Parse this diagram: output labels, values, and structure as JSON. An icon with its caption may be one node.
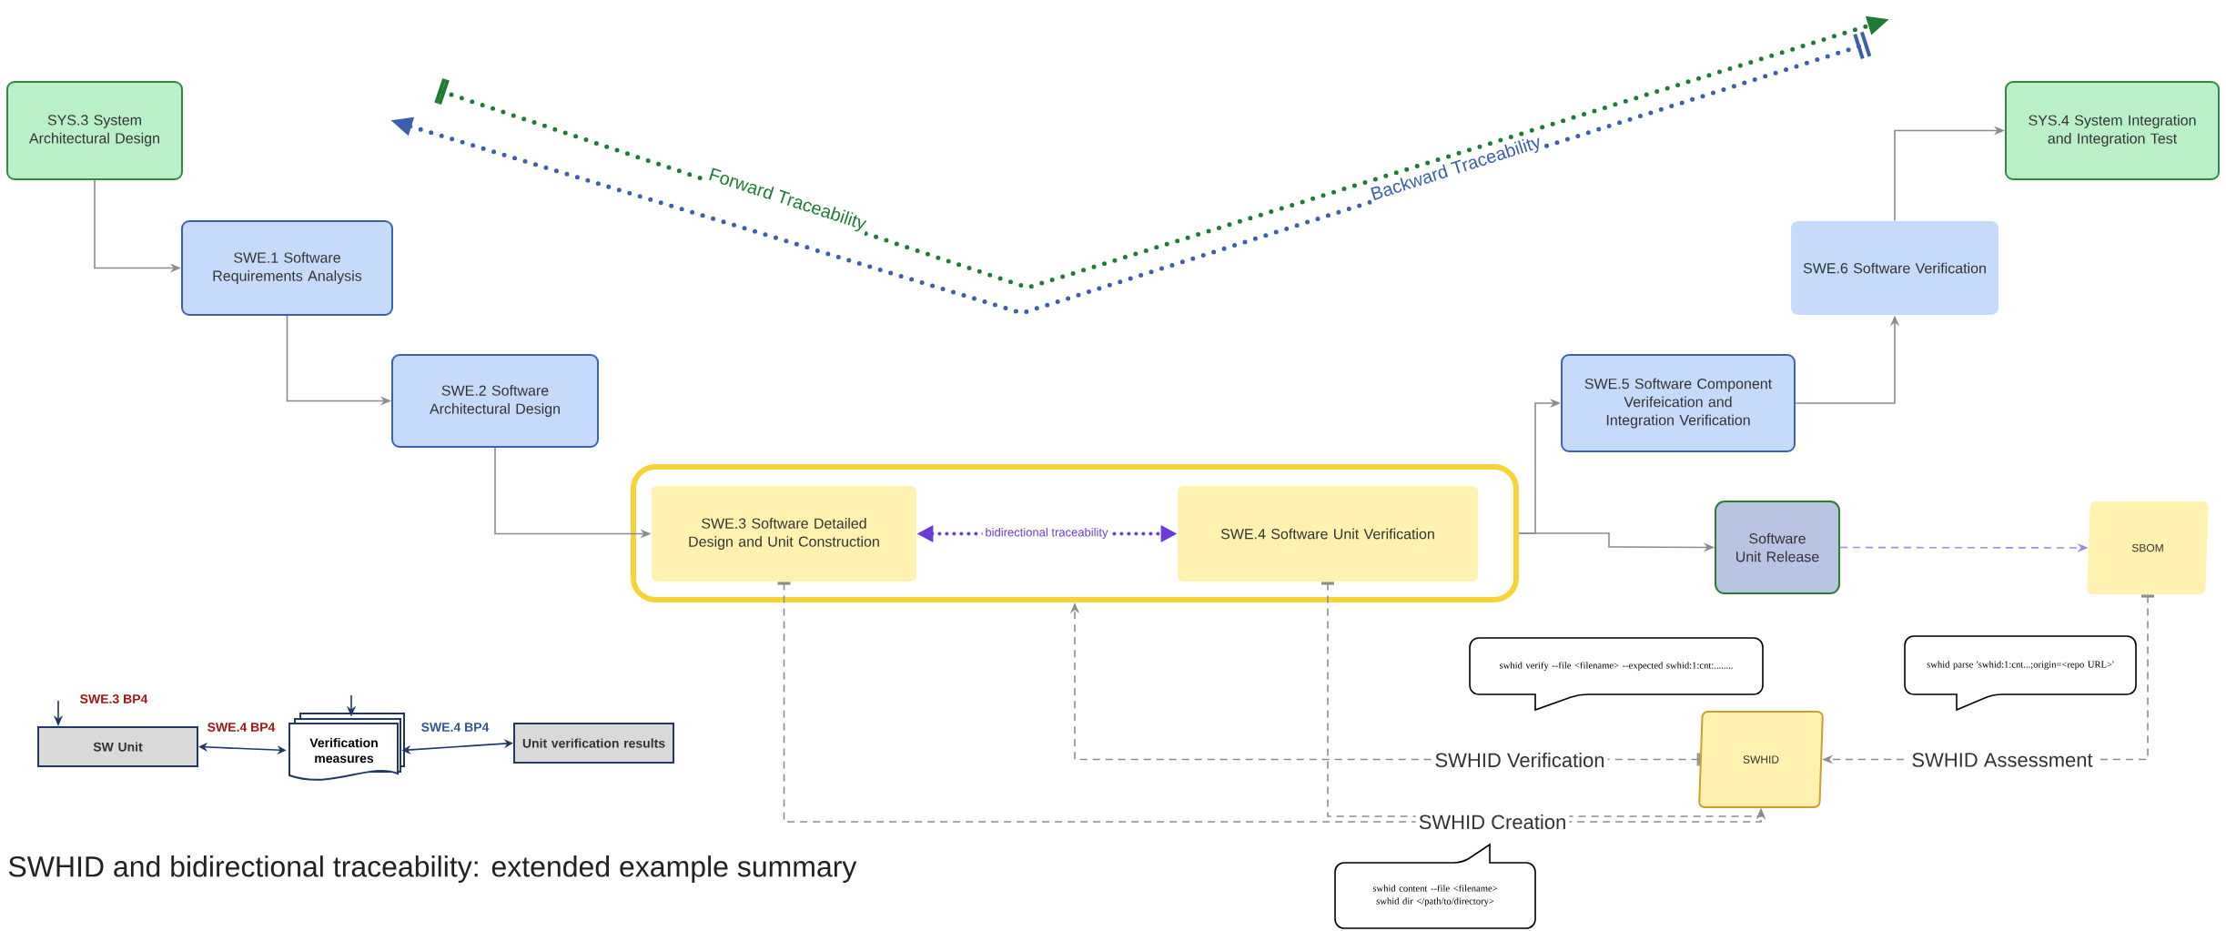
{
  "diagram": {
    "caption": "SWHID and bidirectional traceability: extended example summary",
    "nodes": [
      {
        "text": [
          "SYS.3 System Architectural Design"
        ]
      },
      {
        "text": [
          "SWE.1 Software Requirements Analysis"
        ]
      },
      {
        "text": [
          "SWE.2 Software Architectural Design"
        ]
      },
      {
        "text": [],
        "shape": "box"
      },
      {
        "text": [
          "SWE.3 Software Detailed Design and Unit Construction"
        ],
        "in": 3
      },
      {
        "text": [
          "SWE.4 Software Unit Verification"
        ],
        "in": 3
      },
      {
        "text": [
          "SWE.5 Software Component Verifeication and Integration Verification"
        ]
      },
      {
        "text": [
          "SWE.6 Software Verification"
        ]
      },
      {
        "text": [
          "SYS.4 System Integration and Integration Test"
        ]
      },
      {
        "text": [
          "Software Unit Release"
        ]
      },
      {
        "text": [
          "SBOM"
        ]
      },
      {
        "text": [
          "SWHID"
        ]
      },
      {
        "text": [
          "swhid verify --file <filename> --expected swhid:1:cnt:........"
        ]
      },
      {
        "text": [
          "swhid parse 'swhid:1:cnt...;origin=<repo URL>'"
        ]
      },
      {
        "text": [
          "swhid content --file <filename>",
          "swhid dir </path/to/directory>"
        ]
      },
      {
        "text": [
          "SW Unit"
        ]
      },
      {
        "text": [
          "Verification measures"
        ]
      },
      {
        "text": [
          "Unit verification results"
        ]
      }
    ],
    "edges": [
      {
        "from": 0,
        "to": 1,
        "arrow": "to"
      },
      {
        "from": 1,
        "to": 2,
        "arrow": "to"
      },
      {
        "from": 2,
        "to": 4,
        "arrow": "to"
      },
      {
        "from": 3,
        "to": 6,
        "arrow": "to"
      },
      {
        "from": 3,
        "to": 9,
        "arrow": "to"
      },
      {
        "from": 6,
        "to": 7,
        "arrow": "to"
      },
      {
        "from": 7,
        "to": 8,
        "arrow": "to"
      },
      {
        "from": 4,
        "to": 5,
        "arrow": "both",
        "label": "bidirectional traceability",
        "style": "dashed",
        "color": "#6a3bd8"
      },
      {
        "from": 9,
        "to": 10,
        "arrow": "to",
        "style": "dashed",
        "color": "#9b8ce8"
      },
      {
        "from": 4,
        "to": 11,
        "arrow": "to",
        "style": "dashed",
        "label": "SWHID Creation"
      },
      {
        "from": 5,
        "to": 11,
        "arrow": "to",
        "style": "dashed"
      },
      {
        "from": 11,
        "to": 3,
        "arrow": "to",
        "style": "dashed",
        "label": "SWHID Verification"
      },
      {
        "from": 10,
        "to": 11,
        "arrow": "to",
        "style": "dashed",
        "label": "SWHID Assessment"
      },
      {
        "from": null,
        "to": 15,
        "arrow": "to",
        "color": "#1f3864"
      },
      {
        "from": null,
        "to": 16,
        "arrow": "to",
        "color": "#1f3864"
      },
      {
        "from": 15,
        "to": 16,
        "arrow": "both",
        "label": "SWE.4 BP4",
        "color": "#1f3864"
      },
      {
        "from": 16,
        "to": 17,
        "arrow": "both",
        "label": "SWE.4 BP4",
        "color": "#1f3864"
      }
    ],
    "labels": [
      "Forward Traceability",
      "Backward Traceability",
      "SWE.3 BP4"
    ]
  }
}
